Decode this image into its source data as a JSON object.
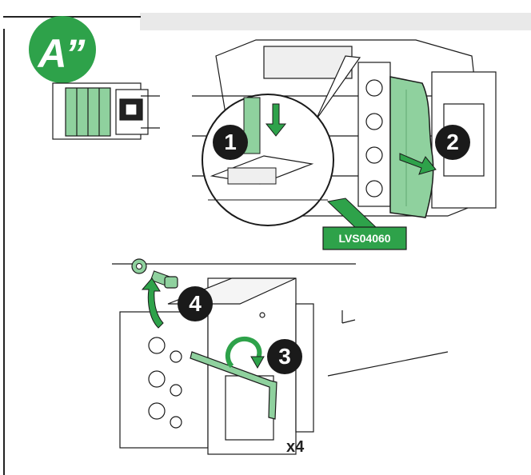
{
  "figure": {
    "badge_text": "A”",
    "accessory_ref": "LVS04060",
    "quantity": "x4",
    "steps": [
      "1",
      "2",
      "3",
      "4"
    ]
  },
  "colors": {
    "accent_green": "#2ea24a",
    "light_green": "#8fd19e",
    "line": "#1a1a1a",
    "band": "#e9e9e9"
  },
  "icons": [
    "arrow-down-icon",
    "arrow-right-icon",
    "arrow-up-icon",
    "rotate-arrow-icon",
    "screw-icon",
    "washer-icon",
    "hex-key-icon"
  ]
}
